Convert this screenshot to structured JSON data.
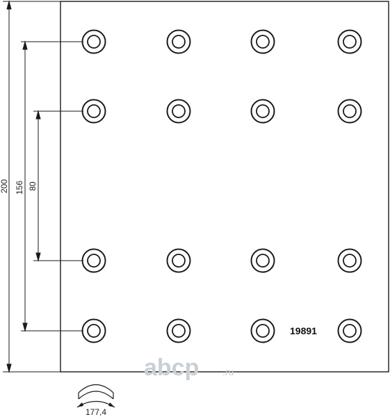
{
  "drawing": {
    "part_number": "19891",
    "dimensions": {
      "overall_height": "200",
      "outer_hole_spacing": "156",
      "inner_hole_spacing": "80",
      "arc_length": "177,4"
    },
    "rivet_holes": {
      "columns": 4,
      "rows": 4
    }
  },
  "watermark": {
    "text": "abcp",
    "suffix": ".ru"
  },
  "colors": {
    "line": "#1a1a1a",
    "plate_fill": "#ffffff",
    "watermark": "#c9cfd6"
  }
}
